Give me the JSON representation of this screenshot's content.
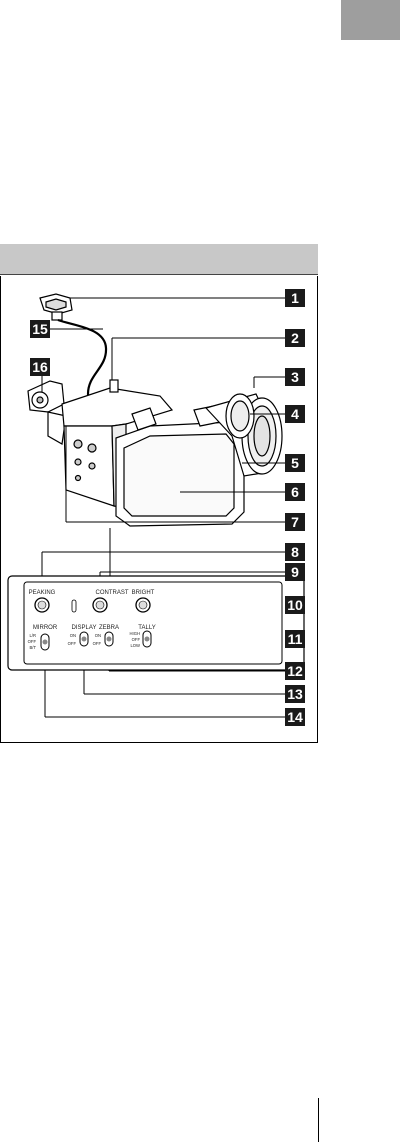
{
  "callouts": [
    "1",
    "2",
    "3",
    "4",
    "5",
    "6",
    "7",
    "8",
    "9",
    "10",
    "11",
    "12",
    "13",
    "14",
    "15",
    "16"
  ],
  "panel": {
    "buttons": [
      "PEAKING",
      "CONTRAST",
      "BRIGHT"
    ],
    "switches": [
      {
        "title": "MIRROR",
        "positions": [
          "L/R",
          "OFF",
          "B/T"
        ]
      },
      {
        "title": "DISPLAY",
        "positions": [
          "ON",
          "OFF"
        ]
      },
      {
        "title": "ZEBRA",
        "positions": [
          "ON",
          "OFF"
        ]
      },
      {
        "title": "TALLY",
        "positions": [
          "HIGH",
          "OFF",
          "LOW"
        ]
      }
    ]
  },
  "colors": {
    "tab": "#9e9e9e",
    "section_bar": "#c8c8c8",
    "badge": "#1a1a1a"
  }
}
